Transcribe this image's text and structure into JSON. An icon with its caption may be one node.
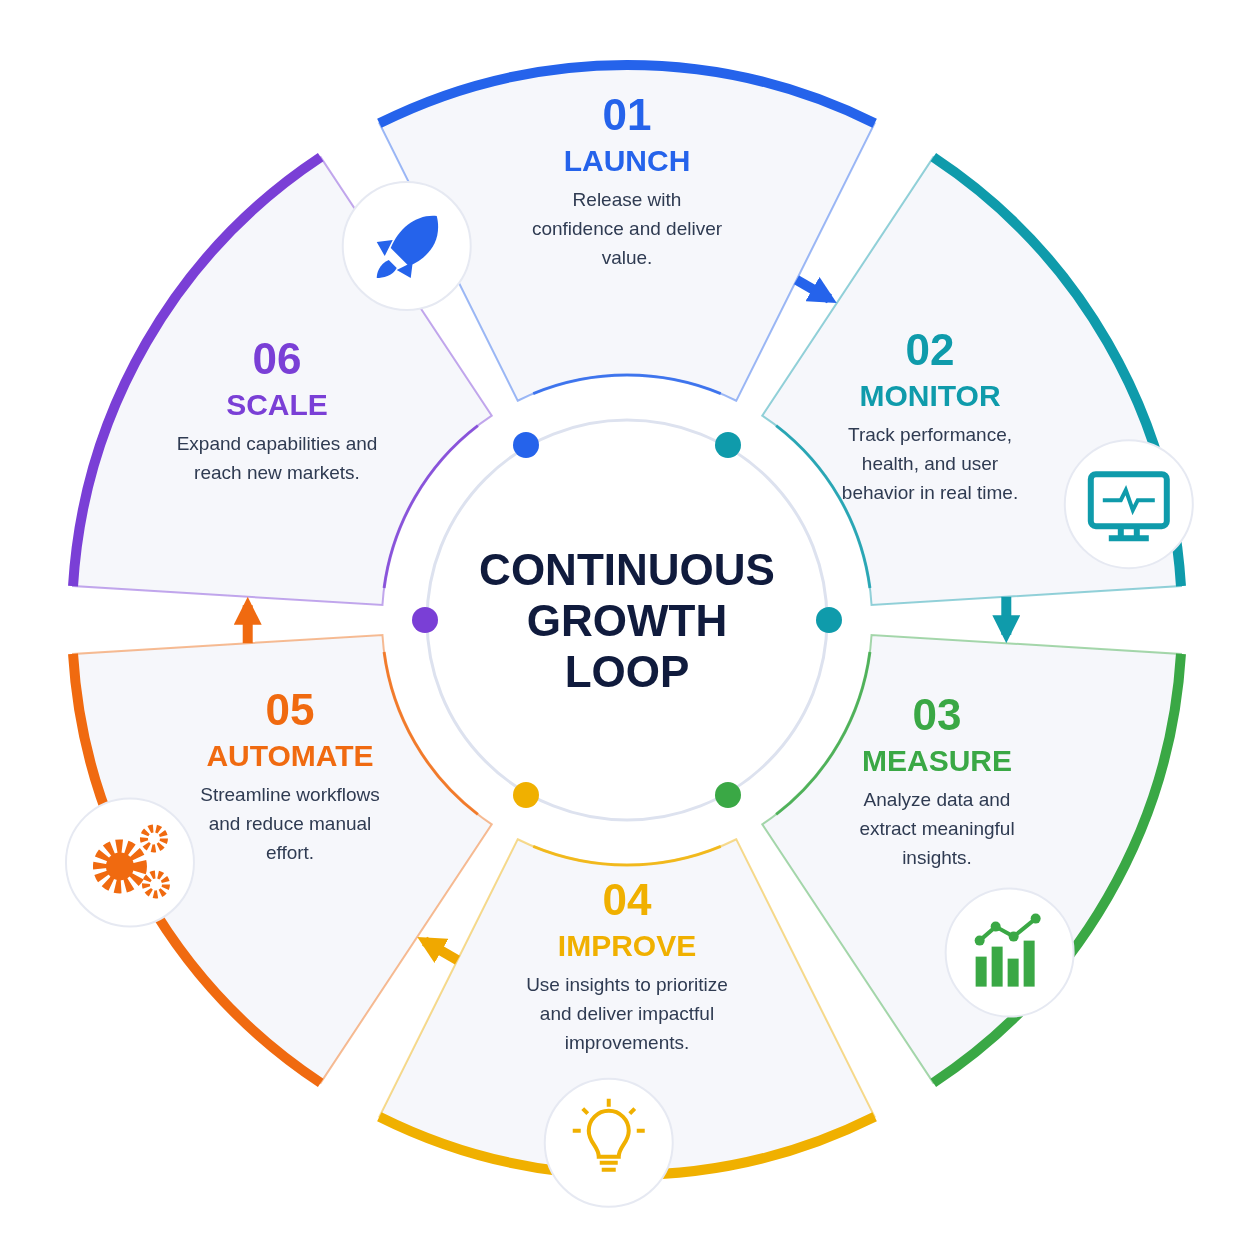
{
  "diagram": {
    "nodes": [
      {
        "text": [
          "CONTINUOUS GROWTH LOOP"
        ]
      },
      {
        "text": [
          "01",
          "LAUNCH",
          "Release with confidence and deliver value."
        ]
      },
      {
        "text": [
          "02",
          "MONITOR",
          "Track performance, health, and user behavior in real time."
        ]
      },
      {
        "text": [
          "03",
          "MEASURE",
          "Analyze data and extract meaningful insights."
        ]
      },
      {
        "text": [
          "04",
          "IMPROVE",
          "Use insights to prioritize and deliver impactful improvements."
        ]
      },
      {
        "text": [
          "05",
          "AUTOMATE",
          "Streamline workflows and reduce manual effort."
        ]
      },
      {
        "text": [
          "06",
          "SCALE",
          "Expand capabilities and reach new markets."
        ]
      }
    ],
    "edges": [
      {
        "from": 1,
        "to": 2,
        "arrow": "to",
        "color": "#2563eb"
      },
      {
        "from": 2,
        "to": 3,
        "arrow": "to",
        "color": "#0f9bab"
      },
      {
        "from": 4,
        "to": 5,
        "arrow": "to",
        "color": "#f0a800"
      },
      {
        "from": 5,
        "to": 6,
        "arrow": "to",
        "color": "#f06a10"
      }
    ]
  }
}
